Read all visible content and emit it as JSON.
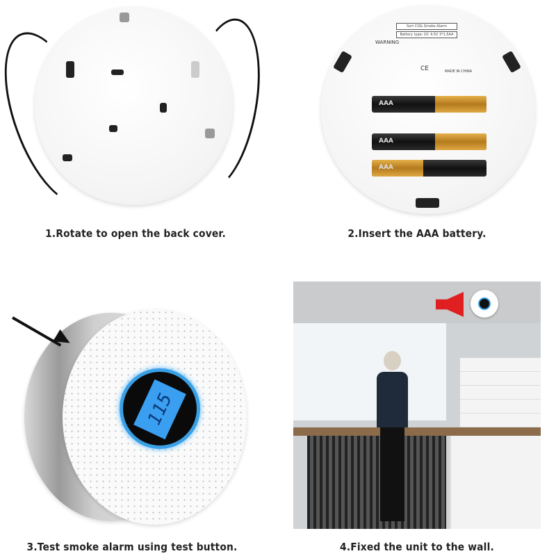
{
  "steps": [
    {
      "caption": "1.Rotate to open the back cover."
    },
    {
      "caption": "2.Insert the AAA battery."
    },
    {
      "caption": "3.Test smoke alarm using test button."
    },
    {
      "caption": "4.Fixed the unit to the wall."
    }
  ],
  "device_label": {
    "title": "Sort CO& Smoke Alarm",
    "battery": "Battery type: DC 4.5V 3*1.5AA",
    "warning": "WARNING",
    "made_in": "MADE IN CHINA",
    "ce": "CE"
  },
  "lcd_reading": "115",
  "colors": {
    "lcd_ring": "#3aa0e6",
    "lcd_screen": "#3a9ff0",
    "alarm_red": "#e02020"
  }
}
